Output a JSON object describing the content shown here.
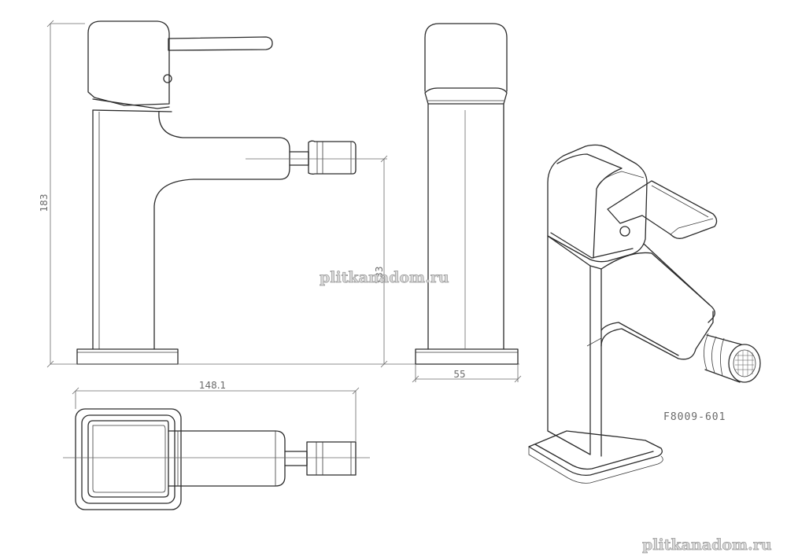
{
  "drawing": {
    "model_code": "F8009-601",
    "dimensions": {
      "overall_height": "183",
      "spout_height": "133",
      "overall_length": "148.1",
      "base_width": "55"
    },
    "watermarks": [
      "plitkanadom.ru",
      "plitkanadom.ru"
    ]
  }
}
